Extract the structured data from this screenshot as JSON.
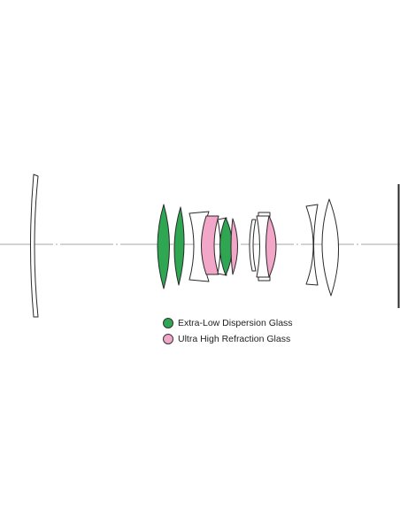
{
  "colors": {
    "extra_low_dispersion": "#2ea652",
    "ultra_high_refraction": "#f2a7c8",
    "plain": "#ffffff",
    "outline": "#2a2a2a",
    "axis": "#8a8a8a"
  },
  "legend": [
    {
      "label": "Extra-Low Dispersion Glass",
      "color": "#2ea652"
    },
    {
      "label": "Ultra High Refraction Glass",
      "color": "#f2a7c8"
    }
  ],
  "elements": [
    {
      "name": "lens-element-1-meniscus",
      "glass": "plain"
    },
    {
      "name": "lens-element-2-ed",
      "glass": "extra_low_dispersion"
    },
    {
      "name": "lens-element-3-ed",
      "glass": "extra_low_dispersion"
    },
    {
      "name": "lens-element-4-concave",
      "glass": "plain"
    },
    {
      "name": "lens-element-5-uhr",
      "glass": "ultra_high_refraction"
    },
    {
      "name": "lens-element-6-thin",
      "glass": "plain"
    },
    {
      "name": "lens-element-7-ed",
      "glass": "extra_low_dispersion"
    },
    {
      "name": "lens-element-8-uhr",
      "glass": "ultra_high_refraction"
    },
    {
      "name": "lens-element-9-bracket",
      "glass": "plain"
    },
    {
      "name": "lens-element-10-small",
      "glass": "plain"
    },
    {
      "name": "lens-element-11-uhr",
      "glass": "ultra_high_refraction"
    },
    {
      "name": "lens-element-12-concave",
      "glass": "plain"
    },
    {
      "name": "lens-element-13-biconvex",
      "glass": "plain"
    }
  ]
}
